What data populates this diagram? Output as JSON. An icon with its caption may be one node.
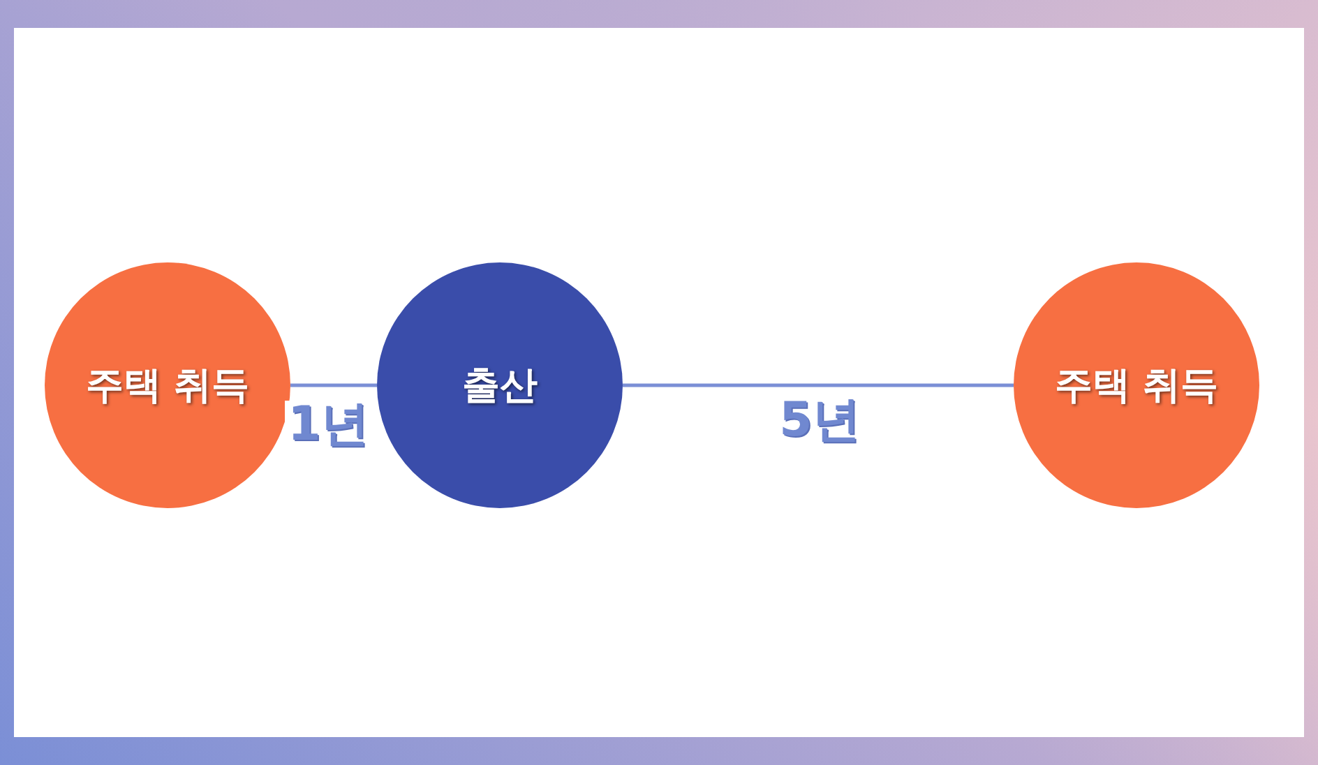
{
  "diagram": {
    "nodes": [
      {
        "text": [
          "주택 취득"
        ]
      },
      {
        "text": [
          "출산"
        ]
      },
      {
        "text": [
          "주택 취득"
        ]
      }
    ],
    "edges": [
      {
        "from": 0,
        "to": 1,
        "arrow": "none",
        "label": "1년"
      },
      {
        "from": 1,
        "to": 2,
        "arrow": "none",
        "label": "5년"
      }
    ]
  }
}
